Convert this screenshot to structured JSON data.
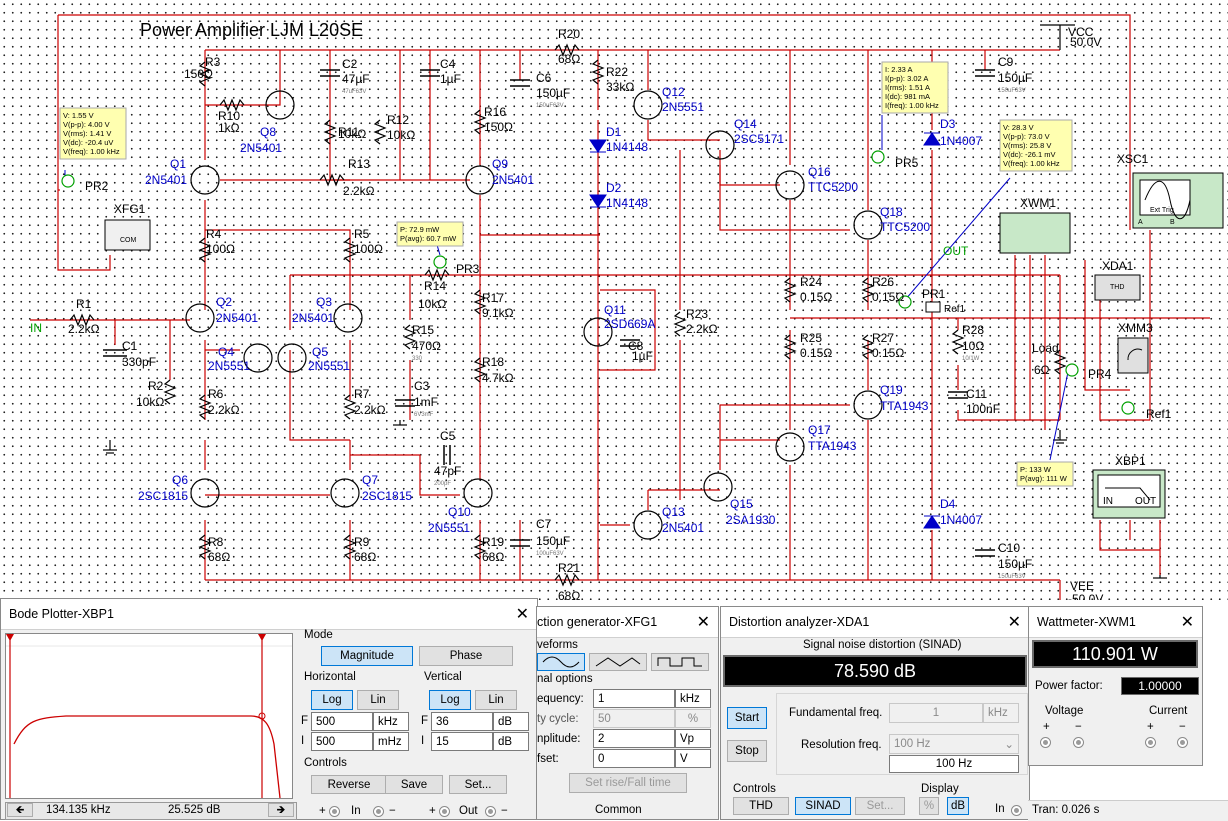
{
  "schematic": {
    "title": "Power Amplifier LJM L20SE",
    "vcc": {
      "name": "VCC",
      "value": "50.0V"
    },
    "vee": {
      "name": "VEE",
      "value": "-50.0V"
    },
    "input_label": "IN",
    "output_label": "OUT",
    "probes": {
      "pr2": {
        "name": "PR2",
        "lines": [
          "V: 1.55 V",
          "V(p-p): 4.00 V",
          "V(rms): 1.41 V",
          "V(dc): -20.4 uV",
          "V(freq): 1.00 kHz"
        ]
      },
      "pr3": {
        "name": "PR3",
        "lines": [
          "P: 72.9 mW",
          "P(avg): 60.7 mW"
        ]
      },
      "pr5": {
        "name": "PR5",
        "lines": [
          "I: 2.33 A",
          "I(p-p): 3.02 A",
          "I(rms): 1.51 A",
          "I(dc): 981 mA",
          "I(freq): 1.00 kHz"
        ]
      },
      "pr1": {
        "name": "PR1",
        "lines": [
          "V: 28.3 V",
          "V(p-p): 73.0 V",
          "V(rms): 25.8 V",
          "V(dc): -26.1 mV",
          "V(freq): 1.00 kHz"
        ]
      },
      "pr4": {
        "name": "PR4",
        "lines": [
          "P: 133 W",
          "P(avg): 111 W"
        ]
      }
    },
    "components": [
      {
        "ref": "R3",
        "value": "150Ω"
      },
      {
        "ref": "R10",
        "value": "1kΩ"
      },
      {
        "ref": "Q8",
        "value": "2N5401"
      },
      {
        "ref": "C2",
        "value": "47µF",
        "sub": "47uF63V"
      },
      {
        "ref": "C4",
        "value": "1µF"
      },
      {
        "ref": "R11",
        "value": "10kΩ"
      },
      {
        "ref": "R12",
        "value": "10kΩ"
      },
      {
        "ref": "R13",
        "value": "2.2kΩ"
      },
      {
        "ref": "R20",
        "value": "68Ω"
      },
      {
        "ref": "C6",
        "value": "150µF",
        "sub": "150uF63V"
      },
      {
        "ref": "R22",
        "value": "33kΩ"
      },
      {
        "ref": "Q12",
        "value": "2N5551"
      },
      {
        "ref": "R16",
        "value": "150Ω"
      },
      {
        "ref": "Q9",
        "value": "2N5401"
      },
      {
        "ref": "D1",
        "value": "1N4148"
      },
      {
        "ref": "D2",
        "value": "1N4148"
      },
      {
        "ref": "Q14",
        "value": "2SC5171"
      },
      {
        "ref": "Q16",
        "value": "TTC5200"
      },
      {
        "ref": "Q18",
        "value": "TTC5200"
      },
      {
        "ref": "D3",
        "value": "1N4007"
      },
      {
        "ref": "C9",
        "value": "150µF",
        "sub": "150uF63V"
      },
      {
        "ref": "Q1",
        "value": "2N5401"
      },
      {
        "ref": "R4",
        "value": "100Ω"
      },
      {
        "ref": "R5",
        "value": "100Ω"
      },
      {
        "ref": "Q2",
        "value": "2N5401"
      },
      {
        "ref": "Q3",
        "value": "2N5401"
      },
      {
        "ref": "Q4",
        "value": "2N5551"
      },
      {
        "ref": "Q5",
        "value": "2N5551"
      },
      {
        "ref": "R14",
        "value": "10kΩ"
      },
      {
        "ref": "R15",
        "value": "470Ω",
        "sub": "330"
      },
      {
        "ref": "C3",
        "value": "1mF",
        "sub": "6V3mF"
      },
      {
        "ref": "R17",
        "value": "9.1kΩ"
      },
      {
        "ref": "R18",
        "value": "4.7kΩ"
      },
      {
        "ref": "Q11",
        "value": "2SD669A"
      },
      {
        "ref": "C8",
        "value": "1µF"
      },
      {
        "ref": "R23",
        "value": "2.2kΩ"
      },
      {
        "ref": "R24",
        "value": "0.15Ω"
      },
      {
        "ref": "R26",
        "value": "0.15Ω"
      },
      {
        "ref": "R25",
        "value": "0.15Ω"
      },
      {
        "ref": "R27",
        "value": "0.15Ω"
      },
      {
        "ref": "R28",
        "value": "10Ω",
        "sub": "10/1W"
      },
      {
        "ref": "C11",
        "value": "100nF"
      },
      {
        "ref": "Load",
        "value": "6Ω"
      },
      {
        "ref": "R1",
        "value": "2.2kΩ"
      },
      {
        "ref": "C1",
        "value": "330pF"
      },
      {
        "ref": "R2",
        "value": "10kΩ"
      },
      {
        "ref": "R6",
        "value": "2.2kΩ"
      },
      {
        "ref": "R7",
        "value": "2.2kΩ"
      },
      {
        "ref": "C5",
        "value": "47pF",
        "sub": "200pF"
      },
      {
        "ref": "Q19",
        "value": "TTA1943"
      },
      {
        "ref": "Q17",
        "value": "TTA1943"
      },
      {
        "ref": "Q6",
        "value": "2SC1815"
      },
      {
        "ref": "Q7",
        "value": "2SC1815"
      },
      {
        "ref": "Q10",
        "value": "2N5551"
      },
      {
        "ref": "Q13",
        "value": "2N5401"
      },
      {
        "ref": "Q15",
        "value": "2SA1930"
      },
      {
        "ref": "D4",
        "value": "1N4007"
      },
      {
        "ref": "R8",
        "value": "68Ω"
      },
      {
        "ref": "R9",
        "value": "68Ω"
      },
      {
        "ref": "R19",
        "value": "68Ω"
      },
      {
        "ref": "C7",
        "value": "150µF",
        "sub": "100uF63V"
      },
      {
        "ref": "R21",
        "value": "68Ω"
      },
      {
        "ref": "C10",
        "value": "150µF",
        "sub": "150uF63V"
      }
    ],
    "instruments": {
      "xfg1": "XFG1",
      "xsc1": "XSC1",
      "xwm1": "XWM1",
      "xda1": "XDA1",
      "xmm3": "XMM3",
      "xbp1": "XBP1",
      "ref1": "Ref1",
      "ref1b": "Ref1",
      "xda_thd": "THD",
      "xbp_in": "IN",
      "xbp_out": "OUT",
      "xfg_com": "COM",
      "xsc_a": "A",
      "xsc_b": "B",
      "xsc_ext": "Ext Trig"
    }
  },
  "bode": {
    "title": "Bode Plotter-XBP1",
    "mode_label": "Mode",
    "magnitude": "Magnitude",
    "phase": "Phase",
    "horizontal_label": "Horizontal",
    "vertical_label": "Vertical",
    "log": "Log",
    "lin": "Lin",
    "h_f_label": "F",
    "h_f_value": "500",
    "h_f_unit": "kHz",
    "h_i_label": "I",
    "h_i_value": "500",
    "h_i_unit": "mHz",
    "v_f_label": "F",
    "v_f_value": "36",
    "v_f_unit": "dB",
    "v_i_label": "I",
    "v_i_value": "15",
    "v_i_unit": "dB",
    "controls_label": "Controls",
    "reverse": "Reverse",
    "save": "Save",
    "set": "Set...",
    "readout_freq": "134.135 kHz",
    "readout_db": "25.525 dB",
    "term_in": "In",
    "term_out": "Out"
  },
  "fgen": {
    "title": "ction generator-XFG1",
    "waveforms_label": "veforms",
    "signal_options_label": "nal options",
    "frequency_label": "equency:",
    "frequency_value": "1",
    "frequency_unit": "kHz",
    "duty_label": "ty cycle:",
    "duty_value": "50",
    "duty_unit": "%",
    "amplitude_label": "nplitude:",
    "amplitude_value": "2",
    "amplitude_unit": "Vp",
    "offset_label": "fset:",
    "offset_value": "0",
    "offset_unit": "V",
    "rise_fall": "Set rise/Fall time",
    "common": "Common"
  },
  "distortion": {
    "title": "Distortion analyzer-XDA1",
    "mode_heading": "Signal noise distortion (SINAD)",
    "value": "78.590 dB",
    "start": "Start",
    "stop": "Stop",
    "fund_label": "Fundamental freq.",
    "fund_value": "1",
    "fund_unit": "kHz",
    "res_label": "Resolution freq.",
    "res_select": "100 Hz",
    "res_value": "100 Hz",
    "controls_label": "Controls",
    "thd": "THD",
    "sinad": "SINAD",
    "set": "Set...",
    "display_label": "Display",
    "percent": "%",
    "db": "dB",
    "in_label": "In"
  },
  "wattmeter": {
    "title": "Wattmeter-XWM1",
    "value": "110.901 W",
    "pf_label": "Power factor:",
    "pf_value": "1.00000",
    "voltage_label": "Voltage",
    "current_label": "Current",
    "plus": "+",
    "minus": "−"
  },
  "status": {
    "tran": "Tran: 0.026 s"
  },
  "colors": {
    "wire": "#cc0000",
    "label": "#0000c8",
    "probe_bg": "#ffffb0",
    "green": "#00a000"
  },
  "icons": [
    "bode-curve",
    "close-icon",
    "sine-wave-icon",
    "triangle-wave-icon",
    "square-wave-icon",
    "arrow-left-icon",
    "arrow-right-icon",
    "terminal-icon"
  ]
}
